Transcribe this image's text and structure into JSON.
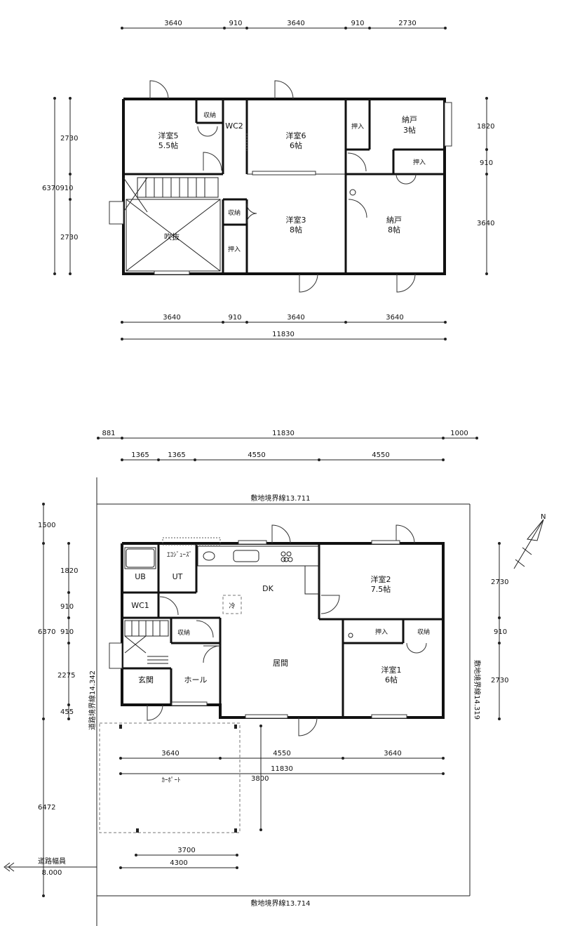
{
  "upper_floor": {
    "top_dims": [
      "3640",
      "910",
      "3640",
      "910",
      "2730"
    ],
    "bottom_dims": [
      "3640",
      "910",
      "3640",
      "3640"
    ],
    "bottom_total": "11830",
    "left_dims": [
      "2730",
      "910",
      "2730"
    ],
    "left_total": "6370910",
    "right_dims": [
      "1820",
      "910",
      "3640"
    ],
    "rooms": {
      "western5": "洋室5",
      "western5_size": "5.5帖",
      "storage_a": "収納",
      "wc2": "WC2",
      "western6": "洋室6",
      "western6_size": "6帖",
      "closet_a": "押入",
      "nando_small": "納戸",
      "nando_small_size": "3帖",
      "closet_b": "押入",
      "void": "吹抜",
      "storage_b": "収納",
      "closet_c": "押入",
      "western3": "洋室3",
      "western3_size": "8帖",
      "nando_large": "納戸",
      "nando_large_size": "8帖"
    }
  },
  "ground_floor": {
    "top_dims": [
      "881",
      "11830",
      "1000"
    ],
    "sub_dims": [
      "1365",
      "1365",
      "4550",
      "4550"
    ],
    "site_top": "敷地境界線13.711",
    "site_bottom": "敷地境界線13.714",
    "site_left": "道路境界線14.342",
    "site_right": "敷地境界線14.319",
    "left_dims": [
      "1500",
      "1820",
      "910",
      "910",
      "2275",
      "455",
      "6472"
    ],
    "left_total": "6370",
    "right_dims": [
      "2730",
      "910",
      "2730"
    ],
    "bottom_dims": [
      "3640",
      "4550",
      "3640"
    ],
    "bottom_total": "11830",
    "carport_depth": "3800",
    "carport_dims": [
      "3700",
      "4300"
    ],
    "road_label": "道路幅員",
    "road_width": "8.000",
    "north": "N",
    "rooms": {
      "ub": "UB",
      "ut": "UT",
      "eco": "ｴｺｼﾞｭｰｽﾞ",
      "dk": "DK",
      "fridge": "冷",
      "western2": "洋室2",
      "western2_size": "7.5帖",
      "wc1": "WC1",
      "storage_a": "収納",
      "closet": "押入",
      "storage_b": "収納",
      "living": "居間",
      "entrance": "玄関",
      "hall": "ホール",
      "western1": "洋室1",
      "western1_size": "6帖",
      "carport": "ｶｰﾎﾟｰﾄ"
    }
  }
}
